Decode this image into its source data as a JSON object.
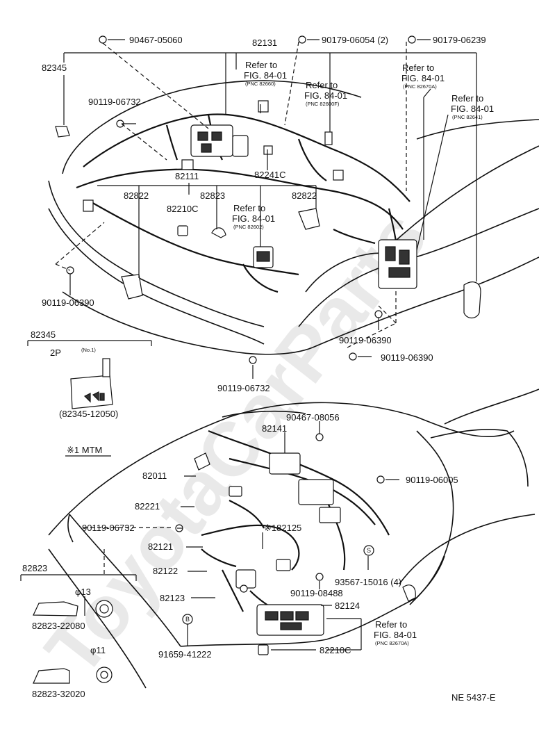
{
  "watermark": "ToyotaCarParts",
  "top": {
    "bolts": [
      {
        "id": "90467-05060"
      },
      {
        "id": "90179-06054 (2)"
      },
      {
        "id": "90179-06239"
      },
      {
        "id": "90119-06732"
      },
      {
        "id": "90119-06390"
      },
      {
        "id": "90119-06390"
      },
      {
        "id": "90119-06390"
      },
      {
        "id": "90119-06732"
      }
    ],
    "parts": {
      "p82345": "82345",
      "p82131": "82131",
      "p82111": "82111",
      "p82241c": "82241C",
      "p82822a": "82822",
      "p82823": "82823",
      "p82822b": "82822",
      "p82210c": "82210C"
    },
    "refs": [
      {
        "line1": "Refer to",
        "line2": "FIG. 84-01",
        "pnc": "(PNC 82660)"
      },
      {
        "line1": "Refer to",
        "line2": "FIG. 84-01",
        "pnc": "(PNC 82600F)"
      },
      {
        "line1": "Refer to",
        "line2": "FIG. 84-01",
        "pnc": "(PNC 82670A)"
      },
      {
        "line1": "Refer to",
        "line2": "FIG. 84-01",
        "pnc": "(PNC 82641)"
      },
      {
        "line1": "Refer to",
        "line2": "FIG. 84-01",
        "pnc": "(PNC 82602)"
      }
    ]
  },
  "inset_82345": {
    "part": "82345",
    "pins": "2P",
    "note": "(No.1)",
    "pn": "(82345-12050)"
  },
  "mtm_note": "※1 MTM",
  "bottom": {
    "parts": {
      "p90467_08056": "90467-08056",
      "p82141": "82141",
      "p82011": "82011",
      "p90119_06005": "90119-06005",
      "p82221": "82221",
      "p90119_06732": "90119-06732",
      "p82125": "※182125",
      "p82121": "82121",
      "p82122": "82122",
      "p93567": "93567-15016 (4)",
      "p82123": "82123",
      "p90119_08488": "90119-08488",
      "p82124": "82124",
      "p91659": "91659-41222",
      "p82210c": "82210C"
    },
    "ref": {
      "line1": "Refer to",
      "line2": "FIG. 84-01",
      "pnc": "(PNC 82670A)"
    },
    "marker_s": "S",
    "marker_b": "B"
  },
  "inset_82823": {
    "part": "82823",
    "phi1": "φ13",
    "pn1": "82823-22080",
    "phi2": "φ11",
    "pn2": "82823-32020"
  },
  "footer_code": "NE 5437-E"
}
